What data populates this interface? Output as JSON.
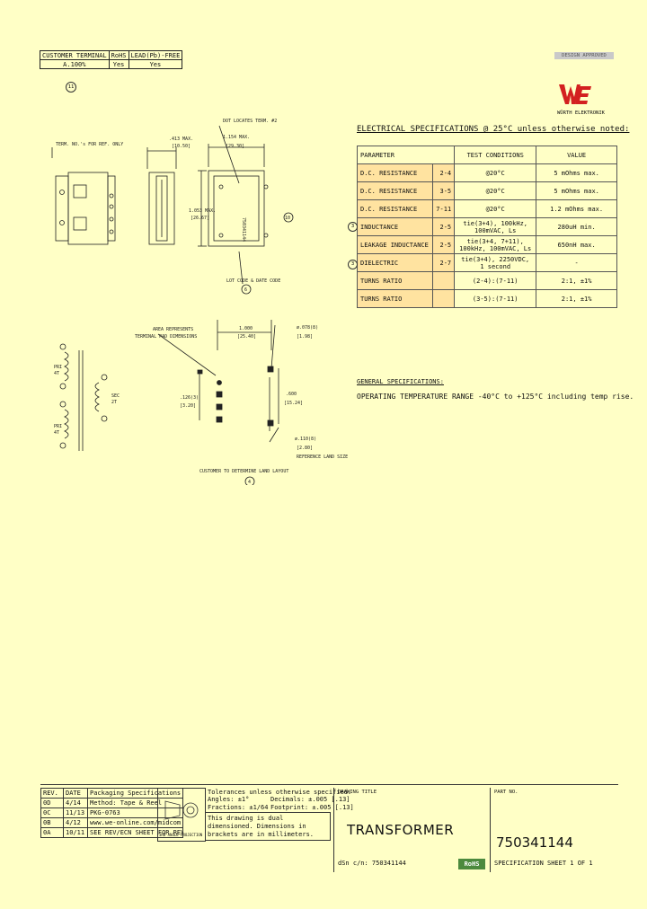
{
  "customer_table": {
    "headers": [
      "CUSTOMER TERMINAL",
      "RoHS",
      "LEAD(Pb)-FREE"
    ],
    "row": [
      "A.100%",
      "Yes",
      "Yes"
    ],
    "note_num": "11"
  },
  "logo": {
    "badge": "DESIGN APPROVED",
    "brand": "WÜRTH ELEKTRONIK"
  },
  "electrical": {
    "title": "ELECTRICAL SPECIFICATIONS @ 25°C unless otherwise noted:",
    "headers": [
      "PARAMETER",
      "TEST CONDITIONS",
      "VALUE"
    ],
    "rows": [
      {
        "note": "",
        "param": "D.C. RESISTANCE",
        "pins": "2-4",
        "cond": "@20°C",
        "value": "5 mOhms max."
      },
      {
        "note": "",
        "param": "D.C. RESISTANCE",
        "pins": "3-5",
        "cond": "@20°C",
        "value": "5 mOhms max."
      },
      {
        "note": "",
        "param": "D.C. RESISTANCE",
        "pins": "7-11",
        "cond": "@20°C",
        "value": "1.2 mOhms max."
      },
      {
        "note": "3",
        "param": "INDUCTANCE",
        "pins": "2-5",
        "cond": "tie(3+4), 100kHz, 100mVAC, Ls",
        "value": "280uH min."
      },
      {
        "note": "",
        "param": "LEAKAGE INDUCTANCE",
        "pins": "2-5",
        "cond": "tie(3+4, 7+11), 100kHz, 100mVAC, Ls",
        "value": "650nH max."
      },
      {
        "note": "3",
        "param": "DIELECTRIC",
        "pins": "2-7",
        "cond": "tie(3+4), 2250VDC, 1 second",
        "value": "-"
      },
      {
        "note": "",
        "param": "TURNS RATIO",
        "pins": "",
        "cond": "(2-4):(7-11)",
        "value": "2:1, ±1%"
      },
      {
        "note": "",
        "param": "TURNS RATIO",
        "pins": "",
        "cond": "(3-5):(7-11)",
        "value": "2:1, ±1%"
      }
    ]
  },
  "general": {
    "title": "GENERAL SPECIFICATIONS:",
    "line": "OPERATING TEMPERATURE RANGE  -40°C to +125°C including temp rise."
  },
  "drawing": {
    "term_note": "TERM. NO.'s FOR REF. ONLY",
    "dim_413": ".413 MAX.",
    "dim_413_mm": "[10.50]",
    "dim_1154": "1.154 MAX.",
    "dim_1154_mm": "[29.30]",
    "dim_1053": "1.053 MAX.",
    "dim_1053_mm": "[26.67]",
    "dot_note": "DOT LOCATES TERM. #2",
    "lot_note": "LOT CODE & DATE CODE",
    "part_mark": "750341144",
    "note_10": "10",
    "note_6": "6",
    "area_note_1": "AREA REPRESENTS",
    "area_note_2": "TERMINAL PAD DIMENSIONS",
    "dim_1000": "1.000",
    "dim_1000_mm": "[25.40]",
    "dim_078": "ø.078(8)",
    "dim_078_mm": "[1.98]",
    "dim_126": ".126(3)",
    "dim_126_mm": "[3.20]",
    "dim_600": ".600",
    "dim_600_mm": "[15.24]",
    "dim_110": "ø.110(8)",
    "dim_110_mm": "[2.80]",
    "land_note": "REFERENCE LAND SIZE",
    "customer_note": "CUSTOMER TO DETERMINE LAND LAYOUT",
    "note_4": "4",
    "pri1": "PRI\n4T",
    "pri2": "PRI\n4T",
    "sec": "SEC\n2T"
  },
  "title_block": {
    "rev_headers": [
      "REV.",
      "DATE",
      "Packaging Specifications"
    ],
    "revs": [
      {
        "rev": "0D",
        "date": "4/14",
        "note": "Method: Tape & Reel"
      },
      {
        "rev": "0C",
        "date": "11/13",
        "note": "PKG-0763"
      },
      {
        "rev": "0B",
        "date": "4/12",
        "note": "www.we-online.com/midcom"
      },
      {
        "rev": "0A",
        "date": "10/11",
        "note": "SEE REV/ECN SHEET FOR REVISION LEVEL"
      }
    ],
    "projection": "3RD ANGLE PROJECTION",
    "tol_title": "Tolerances unless otherwise specified:",
    "tol_angles": "Angles: ±1°",
    "tol_fractions": "Fractions: ±1/64",
    "tol_decimals": "Decimals: ±.005 [.13]",
    "tol_footprint": "Footprint: ±.005 [.13]",
    "dual_note": "This drawing is dual dimensioned. Dimensions in brackets are in millimeters.",
    "drawing_title_label": "DRAWING TITLE",
    "drawing_title": "TRANSFORMER",
    "part_no_label": "PART NO.",
    "part_no": "750341144",
    "dsn": "dSn c/n: 750341144",
    "rohs": "RoHS",
    "sheet": "SPECIFICATION SHEET  1  OF  1"
  },
  "colors": {
    "background": "#ffffc6",
    "logo_red": "#d32020",
    "highlight": "#ffe3a0"
  }
}
